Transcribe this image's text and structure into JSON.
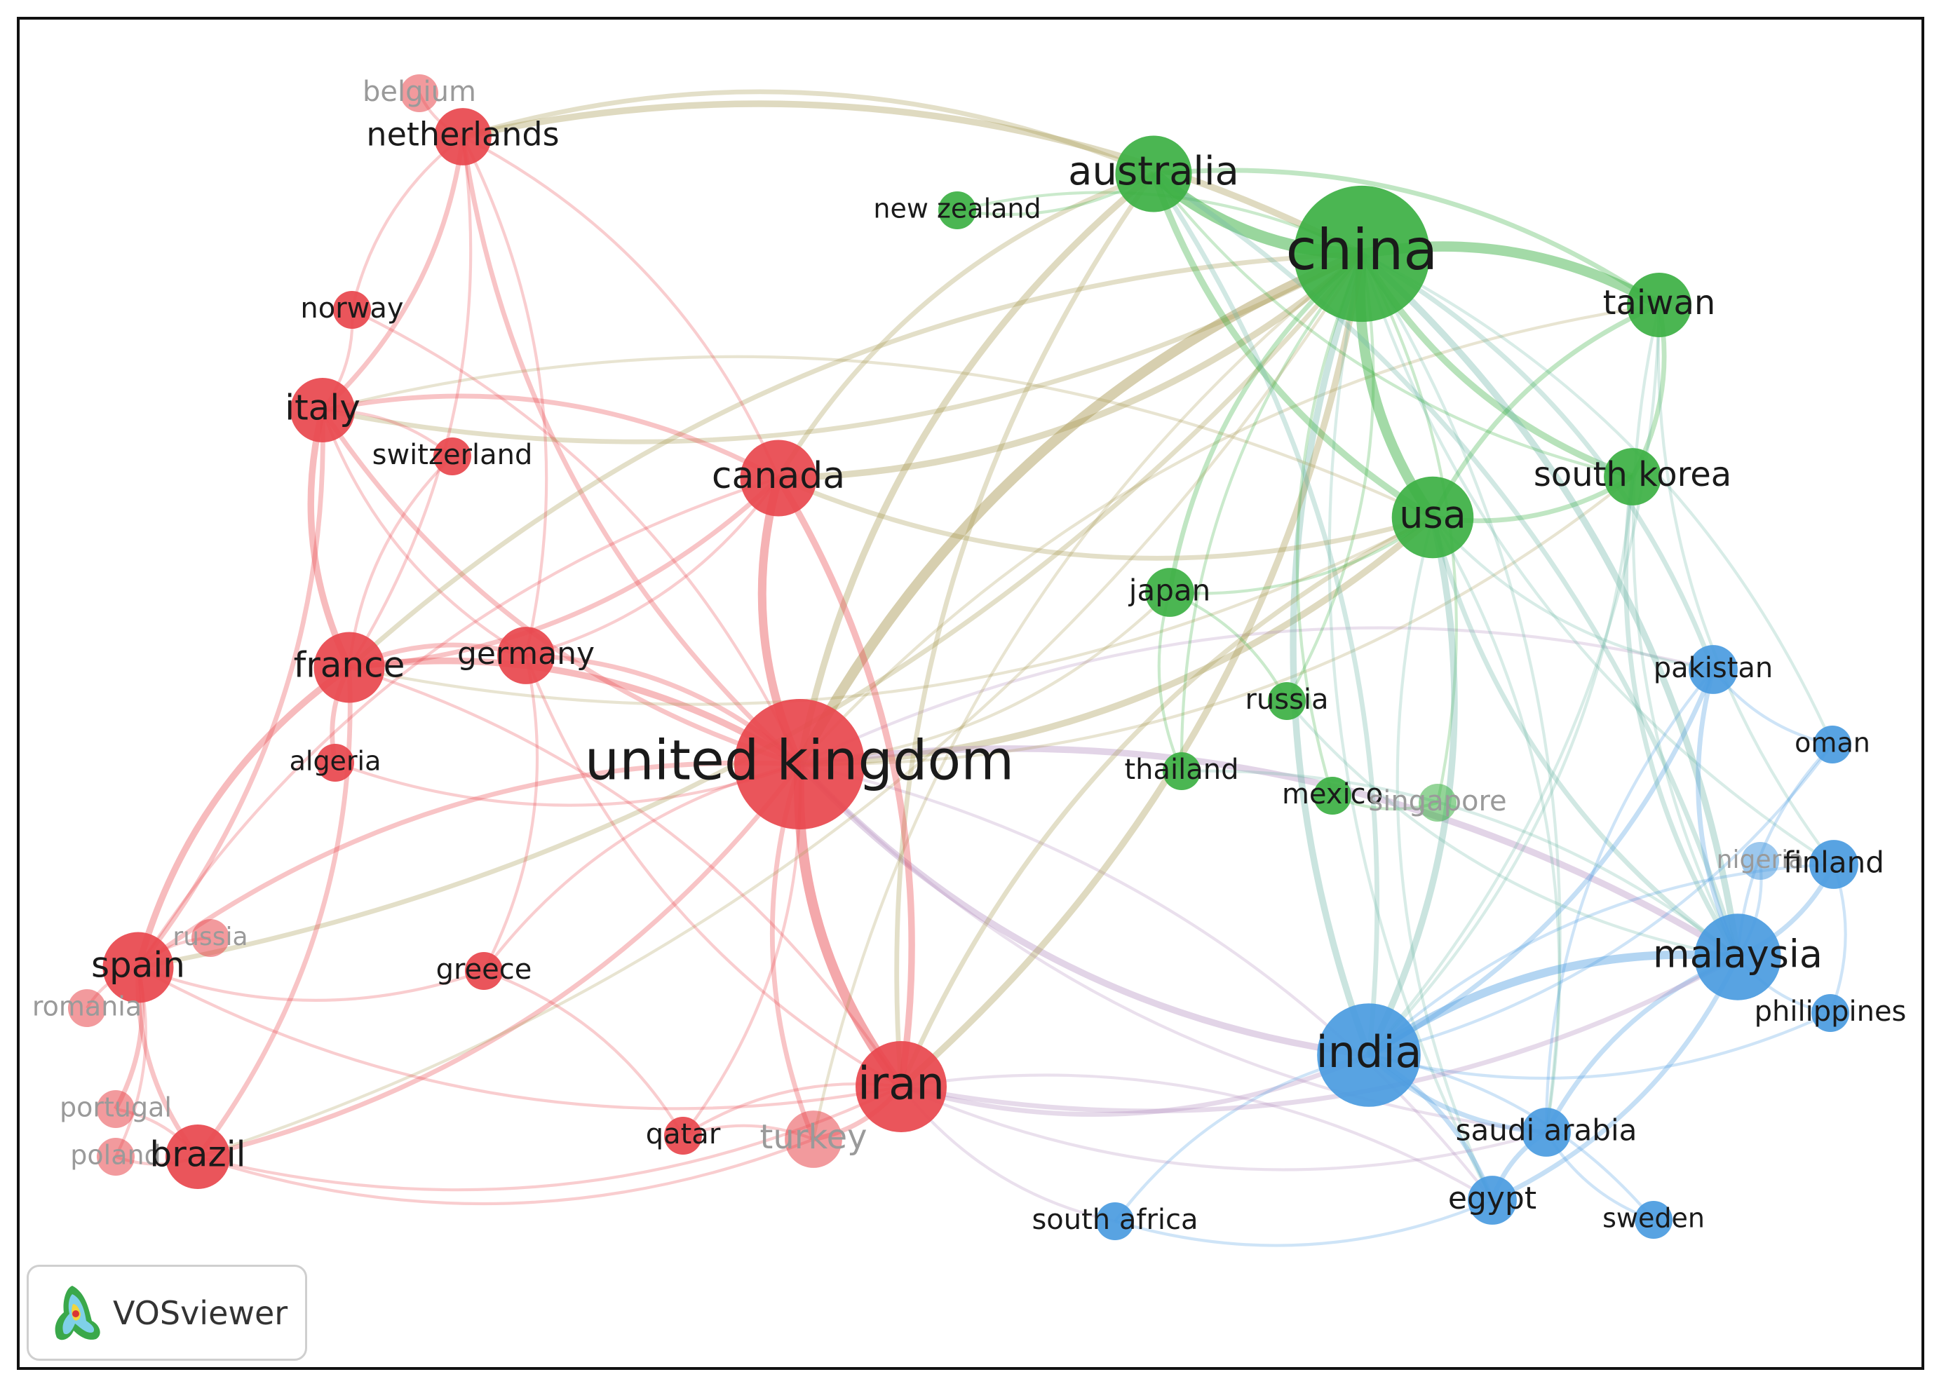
{
  "brand": {
    "name": "VOSviewer"
  },
  "clusters": {
    "red": "#e8474d",
    "green": "#3cb043",
    "blue": "#4a9be0",
    "purple": "#b08bbd"
  },
  "nodes": [
    {
      "id": "belgium",
      "label": "belgium",
      "cluster": "red",
      "weight": 1,
      "faded": true
    },
    {
      "id": "netherlands",
      "label": "netherlands",
      "cluster": "red",
      "weight": 3
    },
    {
      "id": "norway",
      "label": "norway",
      "cluster": "red",
      "weight": 1
    },
    {
      "id": "italy",
      "label": "italy",
      "cluster": "red",
      "weight": 4
    },
    {
      "id": "switzerland",
      "label": "switzerland",
      "cluster": "red",
      "weight": 1
    },
    {
      "id": "canada",
      "label": "canada",
      "cluster": "red",
      "weight": 6
    },
    {
      "id": "france",
      "label": "france",
      "cluster": "red",
      "weight": 5
    },
    {
      "id": "germany",
      "label": "germany",
      "cluster": "red",
      "weight": 3
    },
    {
      "id": "algeria",
      "label": "algeria",
      "cluster": "red",
      "weight": 1
    },
    {
      "id": "united-kingdom",
      "label": "united kingdom",
      "cluster": "red",
      "weight": 20
    },
    {
      "id": "russia-red",
      "label": "russia",
      "cluster": "red",
      "weight": 1,
      "faded": true
    },
    {
      "id": "spain",
      "label": "spain",
      "cluster": "red",
      "weight": 5
    },
    {
      "id": "romania",
      "label": "romania",
      "cluster": "red",
      "weight": 1,
      "faded": true
    },
    {
      "id": "greece",
      "label": "greece",
      "cluster": "red",
      "weight": 1
    },
    {
      "id": "portugal",
      "label": "portugal",
      "cluster": "red",
      "weight": 1,
      "faded": true
    },
    {
      "id": "poland",
      "label": "poland",
      "cluster": "red",
      "weight": 1,
      "faded": true
    },
    {
      "id": "brazil",
      "label": "brazil",
      "cluster": "red",
      "weight": 4
    },
    {
      "id": "qatar",
      "label": "qatar",
      "cluster": "red",
      "weight": 1
    },
    {
      "id": "turkey",
      "label": "turkey",
      "cluster": "red",
      "weight": 3,
      "faded": true
    },
    {
      "id": "iran",
      "label": "iran",
      "cluster": "red",
      "weight": 9
    },
    {
      "id": "australia",
      "label": "australia",
      "cluster": "green",
      "weight": 6
    },
    {
      "id": "new-zealand",
      "label": "new zealand",
      "cluster": "green",
      "weight": 1
    },
    {
      "id": "china",
      "label": "china",
      "cluster": "green",
      "weight": 22
    },
    {
      "id": "taiwan",
      "label": "taiwan",
      "cluster": "green",
      "weight": 4
    },
    {
      "id": "south-korea",
      "label": "south korea",
      "cluster": "green",
      "weight": 3
    },
    {
      "id": "usa",
      "label": "usa",
      "cluster": "green",
      "weight": 7
    },
    {
      "id": "japan",
      "label": "japan",
      "cluster": "green",
      "weight": 2
    },
    {
      "id": "russia",
      "label": "russia",
      "cluster": "green",
      "weight": 1
    },
    {
      "id": "thailand",
      "label": "thailand",
      "cluster": "green",
      "weight": 1
    },
    {
      "id": "mexico",
      "label": "mexico",
      "cluster": "green",
      "weight": 1
    },
    {
      "id": "singapore",
      "label": "singapore",
      "cluster": "green",
      "weight": 1,
      "faded": true
    },
    {
      "id": "pakistan",
      "label": "pakistan",
      "cluster": "blue",
      "weight": 2
    },
    {
      "id": "oman",
      "label": "oman",
      "cluster": "blue",
      "weight": 1
    },
    {
      "id": "nigeria",
      "label": "nigeria",
      "cluster": "blue",
      "weight": 1,
      "faded": true
    },
    {
      "id": "finland",
      "label": "finland",
      "cluster": "blue",
      "weight": 2
    },
    {
      "id": "malaysia",
      "label": "malaysia",
      "cluster": "blue",
      "weight": 8
    },
    {
      "id": "philippines",
      "label": "philippines",
      "cluster": "blue",
      "weight": 1
    },
    {
      "id": "india",
      "label": "india",
      "cluster": "blue",
      "weight": 12
    },
    {
      "id": "saudi-arabia",
      "label": "saudi arabia",
      "cluster": "blue",
      "weight": 2
    },
    {
      "id": "egypt",
      "label": "egypt",
      "cluster": "blue",
      "weight": 2
    },
    {
      "id": "sweden",
      "label": "sweden",
      "cluster": "blue",
      "weight": 1
    },
    {
      "id": "south-africa",
      "label": "south africa",
      "cluster": "blue",
      "weight": 1
    }
  ],
  "links": [
    [
      "united-kingdom",
      "china",
      5
    ],
    [
      "united-kingdom",
      "iran",
      5
    ],
    [
      "united-kingdom",
      "canada",
      4
    ],
    [
      "united-kingdom",
      "india",
      3
    ],
    [
      "united-kingdom",
      "australia",
      3
    ],
    [
      "united-kingdom",
      "usa",
      3
    ],
    [
      "united-kingdom",
      "malaysia",
      3
    ],
    [
      "united-kingdom",
      "france",
      3
    ],
    [
      "united-kingdom",
      "italy",
      2
    ],
    [
      "united-kingdom",
      "spain",
      2
    ],
    [
      "united-kingdom",
      "netherlands",
      2
    ],
    [
      "united-kingdom",
      "germany",
      2
    ],
    [
      "united-kingdom",
      "brazil",
      2
    ],
    [
      "united-kingdom",
      "turkey",
      2
    ],
    [
      "united-kingdom",
      "taiwan",
      1
    ],
    [
      "united-kingdom",
      "japan",
      1
    ],
    [
      "united-kingdom",
      "pakistan",
      1
    ],
    [
      "united-kingdom",
      "saudi-arabia",
      1
    ],
    [
      "united-kingdom",
      "qatar",
      1
    ],
    [
      "united-kingdom",
      "greece",
      1
    ],
    [
      "united-kingdom",
      "algeria",
      1
    ],
    [
      "united-kingdom",
      "south-korea",
      1
    ],
    [
      "united-kingdom",
      "egypt",
      1
    ],
    [
      "united-kingdom",
      "norway",
      1
    ],
    [
      "china",
      "australia",
      6
    ],
    [
      "china",
      "usa",
      5
    ],
    [
      "china",
      "taiwan",
      5
    ],
    [
      "china",
      "south-korea",
      3
    ],
    [
      "china",
      "malaysia",
      3
    ],
    [
      "china",
      "india",
      3
    ],
    [
      "china",
      "canada",
      3
    ],
    [
      "china",
      "netherlands",
      3
    ],
    [
      "china",
      "iran",
      3
    ],
    [
      "china",
      "japan",
      2
    ],
    [
      "china",
      "pakistan",
      2
    ],
    [
      "china",
      "new-zealand",
      1
    ],
    [
      "china",
      "italy",
      2
    ],
    [
      "china",
      "france",
      2
    ],
    [
      "china",
      "spain",
      2
    ],
    [
      "china",
      "thailand",
      1
    ],
    [
      "china",
      "russia",
      1
    ],
    [
      "china",
      "mexico",
      1
    ],
    [
      "china",
      "singapore",
      1
    ],
    [
      "china",
      "finland",
      1
    ],
    [
      "china",
      "saudi-arabia",
      1
    ],
    [
      "china",
      "egypt",
      1
    ],
    [
      "china",
      "brazil",
      1
    ],
    [
      "china",
      "turkey",
      1
    ],
    [
      "china",
      "oman",
      1
    ],
    [
      "australia",
      "usa",
      3
    ],
    [
      "australia",
      "taiwan",
      2
    ],
    [
      "australia",
      "netherlands",
      2
    ],
    [
      "australia",
      "india",
      2
    ],
    [
      "australia",
      "canada",
      2
    ],
    [
      "australia",
      "malaysia",
      2
    ],
    [
      "australia",
      "iran",
      2
    ],
    [
      "australia",
      "new-zealand",
      1
    ],
    [
      "australia",
      "south-korea",
      1
    ],
    [
      "usa",
      "taiwan",
      2
    ],
    [
      "usa",
      "south-korea",
      2
    ],
    [
      "usa",
      "india",
      3
    ],
    [
      "usa",
      "malaysia",
      2
    ],
    [
      "usa",
      "canada",
      2
    ],
    [
      "usa",
      "iran",
      2
    ],
    [
      "usa",
      "japan",
      1
    ],
    [
      "usa",
      "pakistan",
      1
    ],
    [
      "usa",
      "saudi-arabia",
      1
    ],
    [
      "usa",
      "egypt",
      1
    ],
    [
      "usa",
      "france",
      1
    ],
    [
      "usa",
      "italy",
      1
    ],
    [
      "taiwan",
      "south-korea",
      2
    ],
    [
      "taiwan",
      "malaysia",
      1
    ],
    [
      "taiwan",
      "india",
      1
    ],
    [
      "taiwan",
      "finland",
      1
    ],
    [
      "india",
      "malaysia",
      4
    ],
    [
      "india",
      "saudi-arabia",
      2
    ],
    [
      "india",
      "egypt",
      2
    ],
    [
      "india",
      "pakistan",
      2
    ],
    [
      "india",
      "iran",
      2
    ],
    [
      "india",
      "south-africa",
      1
    ],
    [
      "india",
      "sweden",
      1
    ],
    [
      "india",
      "oman",
      1
    ],
    [
      "india",
      "finland",
      1
    ],
    [
      "india",
      "philippines",
      1
    ],
    [
      "malaysia",
      "pakistan",
      2
    ],
    [
      "malaysia",
      "saudi-arabia",
      2
    ],
    [
      "malaysia",
      "egypt",
      2
    ],
    [
      "malaysia",
      "finland",
      2
    ],
    [
      "malaysia",
      "oman",
      1
    ],
    [
      "malaysia",
      "philippines",
      1
    ],
    [
      "malaysia",
      "iran",
      2
    ],
    [
      "malaysia",
      "nigeria",
      1
    ],
    [
      "malaysia",
      "south-korea",
      2
    ],
    [
      "saudi-arabia",
      "egypt",
      2
    ],
    [
      "saudi-arabia",
      "pakistan",
      1
    ],
    [
      "saudi-arabia",
      "sweden",
      1
    ],
    [
      "egypt",
      "south-africa",
      1
    ],
    [
      "iran",
      "canada",
      3
    ],
    [
      "iran",
      "turkey",
      2
    ],
    [
      "iran",
      "qatar",
      1
    ],
    [
      "iran",
      "brazil",
      1
    ],
    [
      "iran",
      "france",
      1
    ],
    [
      "iran",
      "spain",
      1
    ],
    [
      "iran",
      "saudi-arabia",
      1
    ],
    [
      "iran",
      "egypt",
      1
    ],
    [
      "iran",
      "south-africa",
      1
    ],
    [
      "iran",
      "germany",
      1
    ],
    [
      "canada",
      "italy",
      2
    ],
    [
      "canada",
      "france",
      2
    ],
    [
      "canada",
      "netherlands",
      1
    ],
    [
      "canada",
      "germany",
      1
    ],
    [
      "canada",
      "spain",
      1
    ],
    [
      "france",
      "italy",
      3
    ],
    [
      "france",
      "spain",
      3
    ],
    [
      "france",
      "germany",
      2
    ],
    [
      "france",
      "algeria",
      2
    ],
    [
      "france",
      "brazil",
      2
    ],
    [
      "france",
      "netherlands",
      1
    ],
    [
      "france",
      "switzerland",
      1
    ],
    [
      "italy",
      "netherlands",
      2
    ],
    [
      "italy",
      "spain",
      2
    ],
    [
      "italy",
      "norway",
      1
    ],
    [
      "italy",
      "switzerland",
      1
    ],
    [
      "italy",
      "germany",
      1
    ],
    [
      "netherlands",
      "belgium",
      1
    ],
    [
      "netherlands",
      "norway",
      1
    ],
    [
      "netherlands",
      "germany",
      1
    ],
    [
      "spain",
      "brazil",
      2
    ],
    [
      "spain",
      "portugal",
      2
    ],
    [
      "spain",
      "romania",
      1
    ],
    [
      "spain",
      "russia-red",
      1
    ],
    [
      "spain",
      "greece",
      1
    ],
    [
      "spain",
      "poland",
      1
    ],
    [
      "brazil",
      "portugal",
      1
    ],
    [
      "brazil",
      "poland",
      1
    ],
    [
      "brazil",
      "turkey",
      1
    ],
    [
      "greece",
      "qatar",
      1
    ],
    [
      "turkey",
      "qatar",
      1
    ],
    [
      "germany",
      "greece",
      1
    ],
    [
      "japan",
      "thailand",
      1
    ],
    [
      "japan",
      "russia",
      1
    ],
    [
      "mexico",
      "singapore",
      1
    ],
    [
      "thailand",
      "malaysia",
      1
    ],
    [
      "russia",
      "malaysia",
      1
    ],
    [
      "south-korea",
      "india",
      1
    ],
    [
      "pakistan",
      "oman",
      1
    ],
    [
      "finland",
      "philippines",
      1
    ]
  ]
}
